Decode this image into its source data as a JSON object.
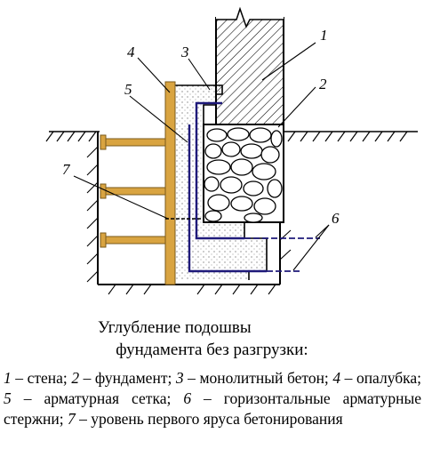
{
  "labels": {
    "n1": "1",
    "n2": "2",
    "n3": "3",
    "n4": "4",
    "n5": "5",
    "n6": "6",
    "n7": "7"
  },
  "caption": {
    "line1": "Углубление подошвы",
    "line2": "фундамента без разгрузки:"
  },
  "legend": [
    {
      "num": "1",
      "text": " – стена; "
    },
    {
      "num": "2",
      "text": " – фундамент; "
    },
    {
      "num": "3",
      "text": " – монолитный бетон; "
    },
    {
      "num": "4",
      "text": " – опалубка; "
    },
    {
      "num": "5",
      "text": " – арматурная сетка; "
    },
    {
      "num": "6",
      "text": " – горизонтальные арматурные стержни; "
    },
    {
      "num": "7",
      "text": " – уровень первого яруса бетонирования"
    }
  ],
  "colors": {
    "formwork": "#d9a441",
    "rebar": "#1f1a7a",
    "ink": "#000000"
  }
}
